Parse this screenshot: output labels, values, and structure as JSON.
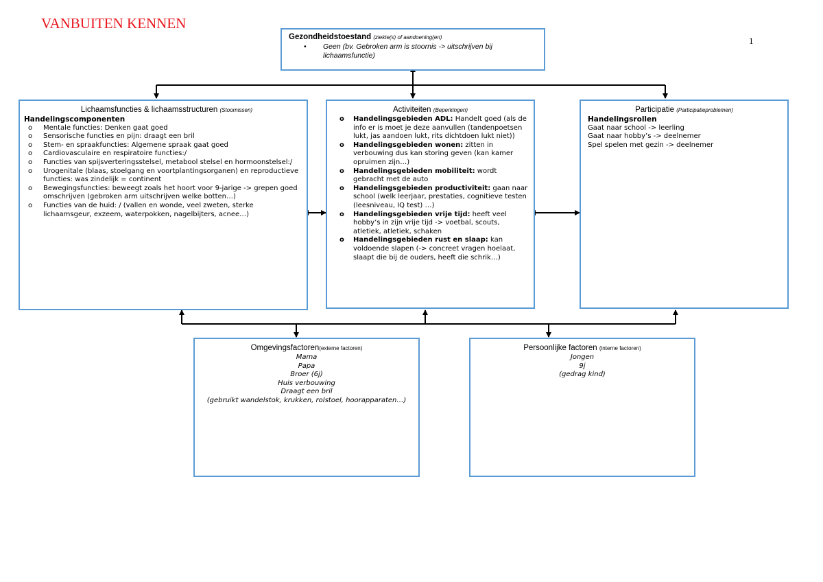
{
  "page": {
    "heading": "VANBUITEN KENNEN",
    "page_number": "1"
  },
  "health": {
    "title": "Gezondheidstoestand",
    "subtitle": "(ziekte(s) of aandoening(en)",
    "bullet": "Geen (bv. Gebroken arm is stoornis -> uitschrijven bij lichaamsfunctie)"
  },
  "body_functions": {
    "title": "Lichaamsfuncties & lichaamsstructuren",
    "subtitle": "(Stoornissen)",
    "heading": "Handelingscomponenten",
    "items": [
      "Mentale functies: Denken gaat goed",
      "Sensorische functies en pijn: draagt een bril",
      "Stem- en spraakfuncties: Algemene spraak gaat goed",
      "Cardiovasculaire en respiratoire functies:/",
      "Functies van spijsverteringsstelsel, metabool stelsel en hormoonstelsel:/",
      "Urogenitale (blaas, stoelgang en voortplantingsorganen) en reproductieve functies: was zindelijk = continent",
      "Bewegingsfuncties: beweegt zoals het hoort voor 9-jarige -> grepen goed omschrijven (gebroken arm uitschrijven welke botten…)",
      "Functies van de huid: / (vallen en wonde, veel zweten, sterke lichaamsgeur, exzeem, waterpokken, nagelbijters, acnee…)"
    ]
  },
  "activities": {
    "title": "Activiteiten",
    "subtitle": "(Beperkingen)",
    "items": [
      {
        "label": "Handelingsgebieden ADL:",
        "text": " Handelt goed (als de info er is moet je deze aanvullen (tandenpoetsen lukt, jas aandoen lukt, rits dichtdoen lukt niet))"
      },
      {
        "label": "Handelingsgebieden wonen:",
        "text": " zitten in verbouwing dus kan storing geven (kan kamer opruimen zijn…)"
      },
      {
        "label": "Handelingsgebieden mobiliteit:",
        "text": " wordt gebracht met de auto"
      },
      {
        "label": "Handelingsgebieden productiviteit:",
        "text": " gaan naar school (welk leerjaar, prestaties, cognitieve testen (leesniveau, IQ test) …)"
      },
      {
        "label": "Handelingsgebieden vrije tijd:",
        "text": " heeft veel hobby’s in zijn vrije tijd -> voetbal, scouts, atletiek, atletiek, schaken"
      },
      {
        "label": "Handelingsgebieden rust en slaap:",
        "text": " kan voldoende slapen (-> concreet vragen hoelaat, slaapt die bij de ouders, heeft die schrik…)"
      }
    ]
  },
  "participation": {
    "title": "Participatie",
    "subtitle": "(Participatieproblemen)",
    "heading": "Handelingsrollen",
    "lines": [
      "Gaat naar school -> leerling",
      "Gaat naar hobby’s -> deelnemer",
      "Spel spelen met gezin -> deelnemer"
    ]
  },
  "environment": {
    "title": "Omgevingsfactoren",
    "subtitle": "(externe factoren)",
    "lines": [
      "Mama",
      "Papa",
      "Broer (6j)",
      "Huis verbouwing",
      "Draagt een bril",
      "(gebruikt wandelstok, krukken, rolstoel, hoorapparaten…)"
    ]
  },
  "personal": {
    "title": "Persoonlijke factoren",
    "subtitle": "(interne factoren)",
    "lines": [
      "Jongen",
      "9j",
      "(gedrag kind)"
    ]
  },
  "colors": {
    "border": "#5b9bd5",
    "heading": "#e8141c"
  }
}
